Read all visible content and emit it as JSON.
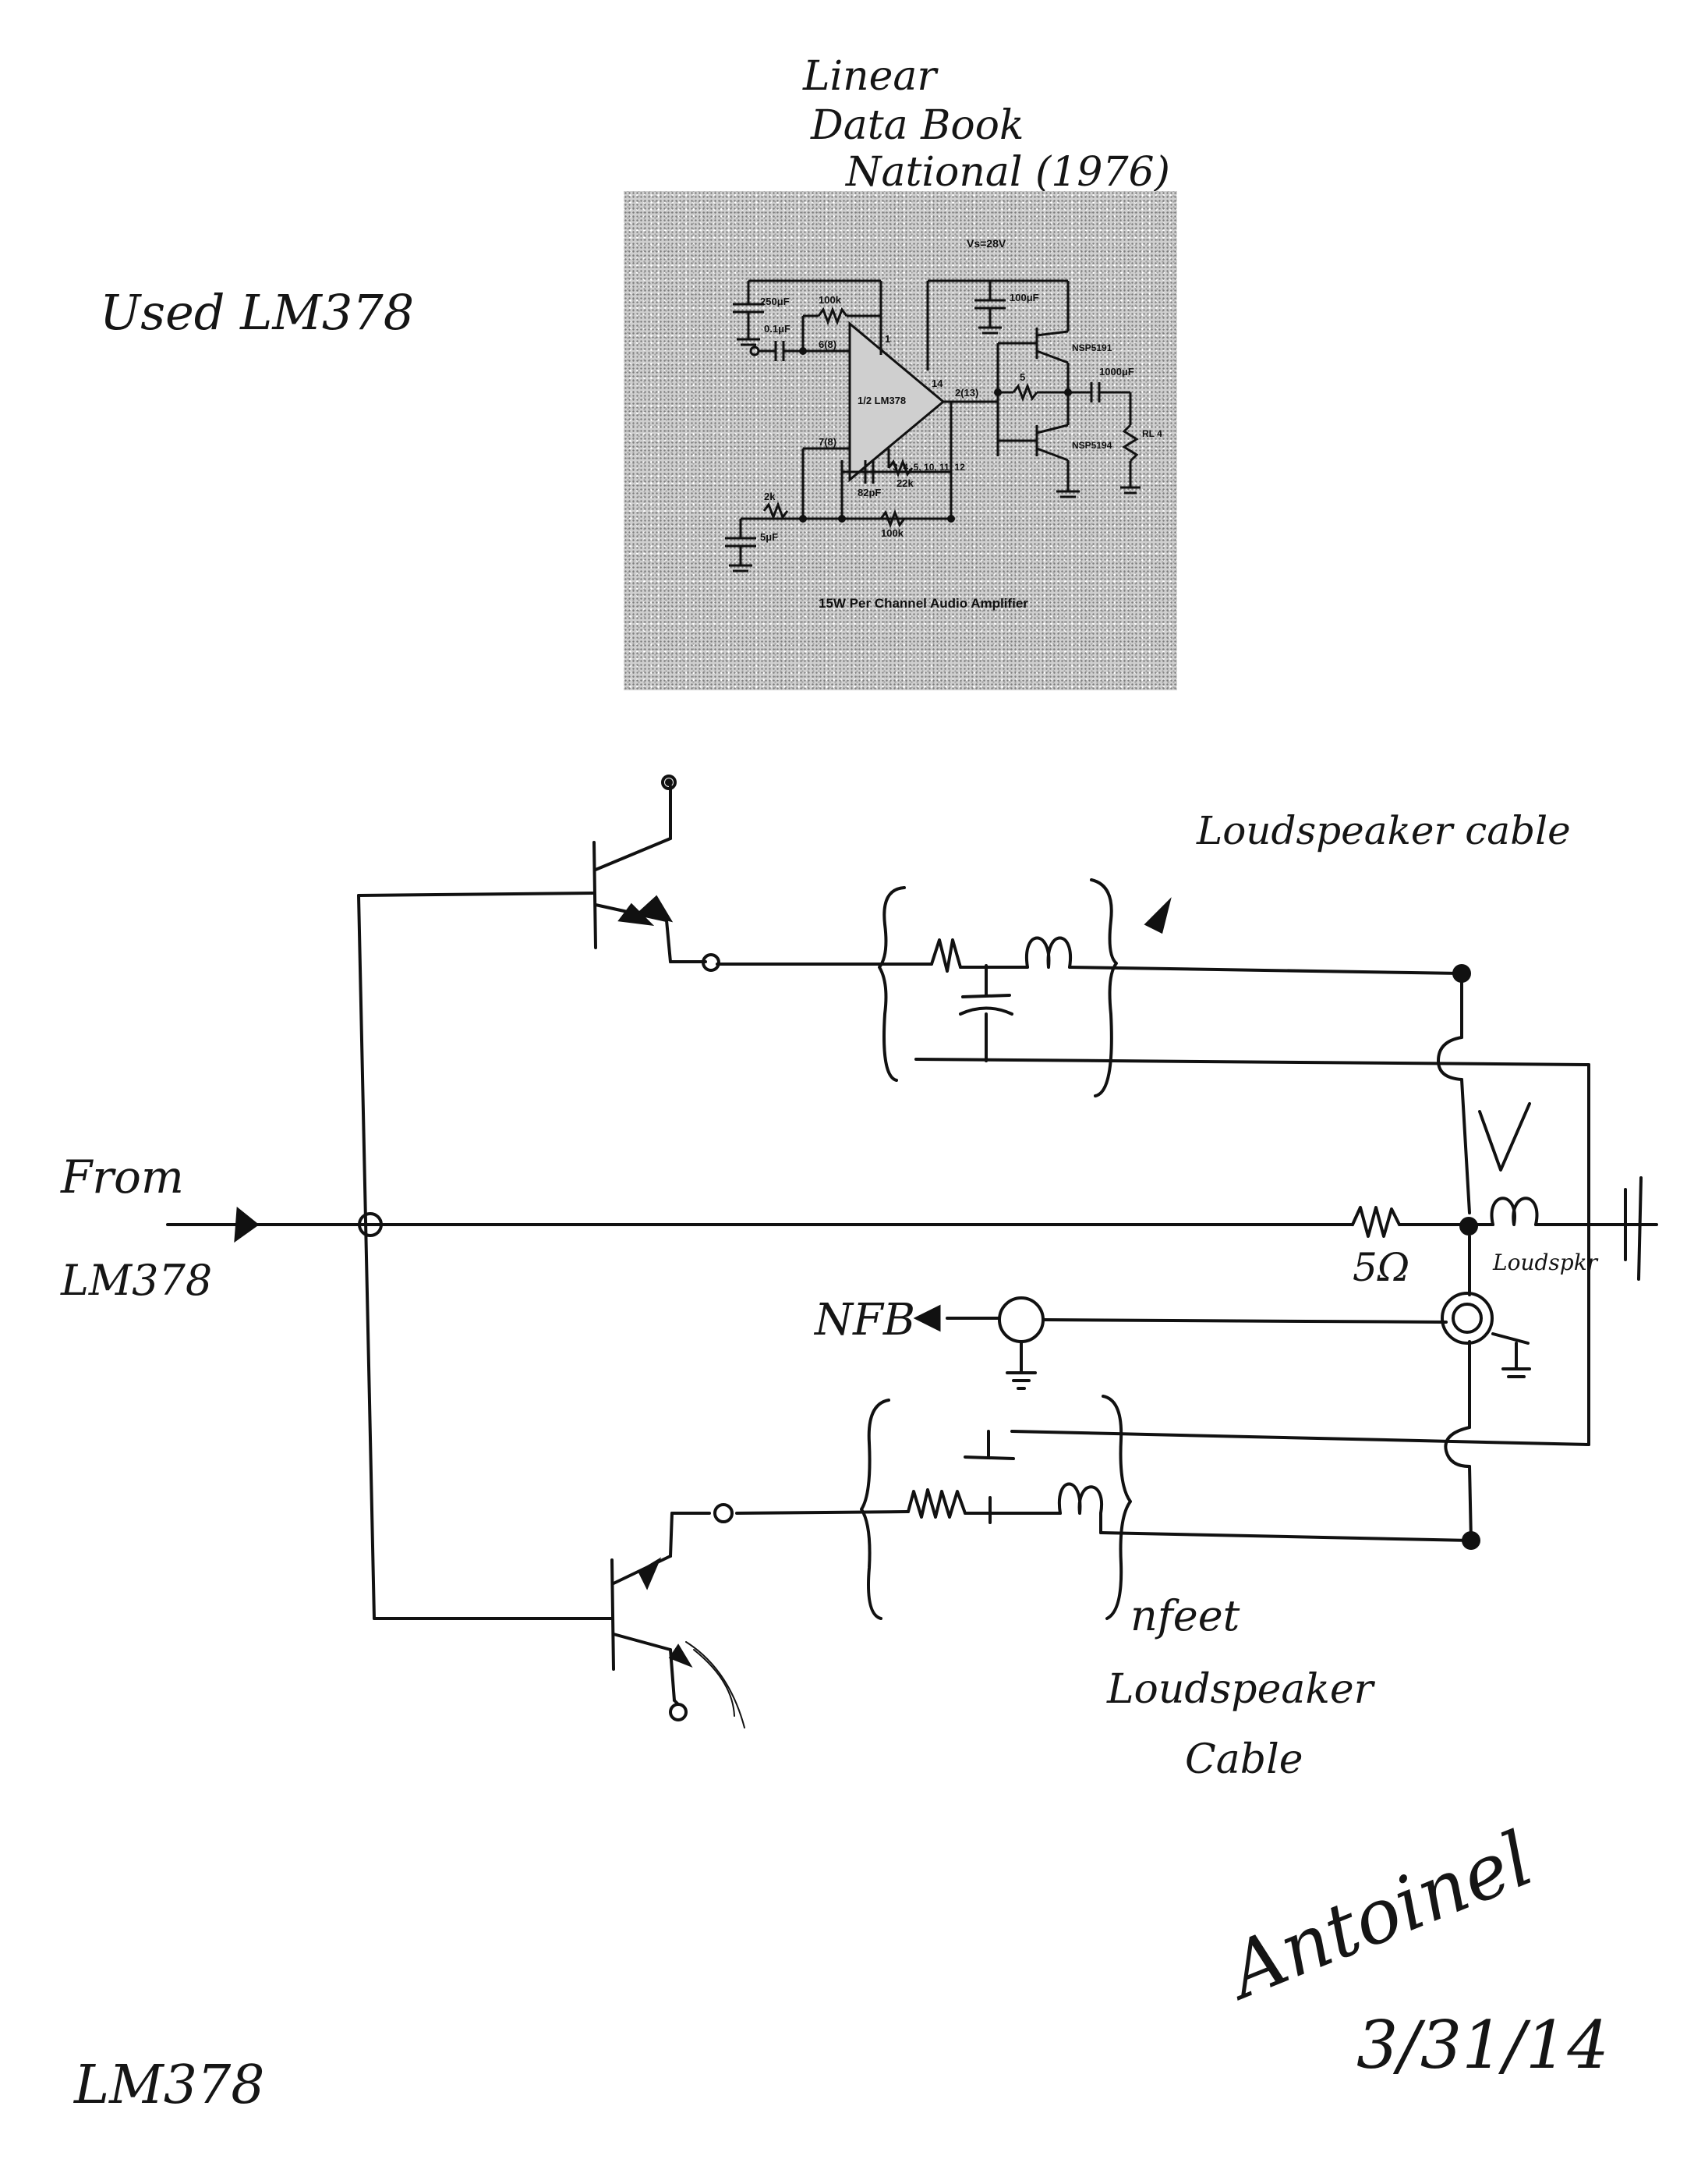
{
  "header_note": {
    "line1": "Linear",
    "line2": "Data Book",
    "line3": "National (1976)"
  },
  "side_note": "Used LM378",
  "datasheet_figure": {
    "supply_label": "Vs=28V",
    "caption": "15W Per Channel Audio Amplifier",
    "components": {
      "c_250": "250μF",
      "r_100k_top": "100k",
      "c_01": "0.1μF",
      "pin_6": "6(8)",
      "pin_1": "1",
      "opamp": "1/2 LM378",
      "pin_14": "14",
      "pin_2": "2(13)",
      "pin_7": "7(8)",
      "gnd_pins": "3, 4, 5, 10, 11, 12",
      "c_100": "100μF",
      "r_5": "5",
      "q_top": "NSP5191",
      "q_bottom": "NSP5194",
      "c_1000": "1000μF",
      "rl": "RL 4",
      "r_2k": "2k",
      "c_5": "5μF",
      "c_82": "82pF",
      "r_22": "22k",
      "r_100k_bottom": "100k"
    }
  },
  "schematic": {
    "from_label": "From",
    "lm_label": "LM378",
    "cable_top_label": "Loudspeaker cable",
    "resistor_label": "5Ω",
    "speaker_label": "Loudspkr",
    "nfb_label": "NFB",
    "cable_bottom_line1": "nfeet",
    "cable_bottom_line2": "Loudspeaker",
    "cable_bottom_line3": "Cable"
  },
  "signature": {
    "name": "Antoinel",
    "date": "3/31/14"
  },
  "footer_note": "LM378"
}
